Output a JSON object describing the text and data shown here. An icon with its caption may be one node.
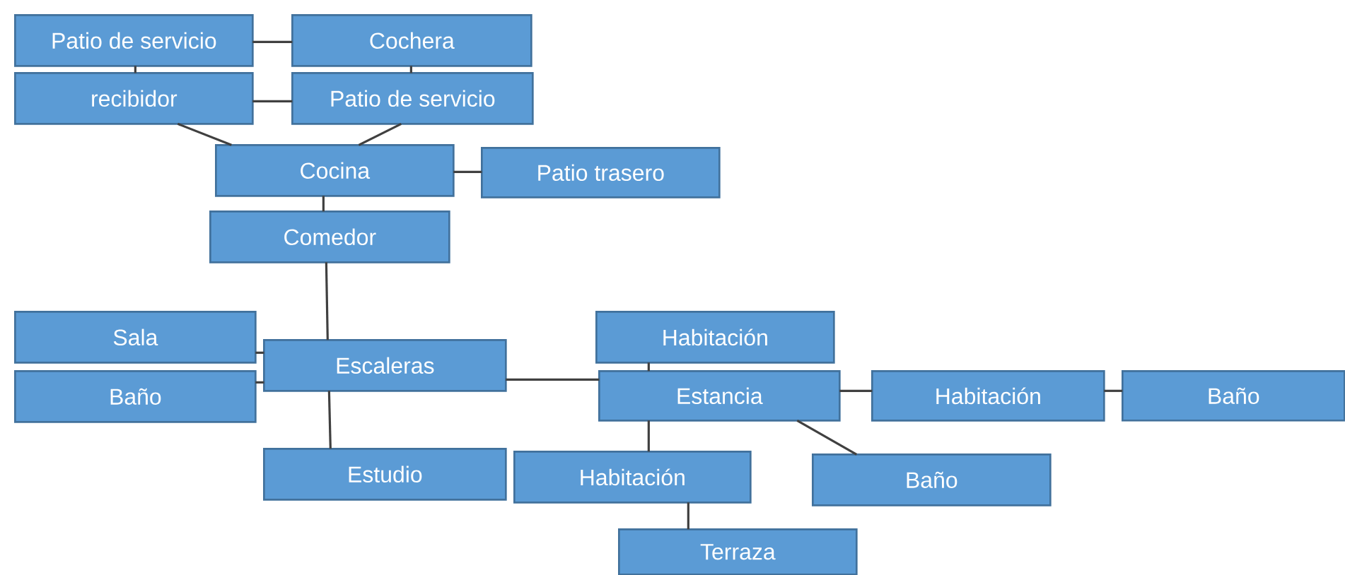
{
  "diagram": {
    "nodes": [
      {
        "text": [
          "Patio de servicio"
        ]
      },
      {
        "text": [
          "Cochera"
        ]
      },
      {
        "text": [
          "recibidor"
        ]
      },
      {
        "text": [
          "Patio de servicio"
        ]
      },
      {
        "text": [
          "Cocina"
        ]
      },
      {
        "text": [
          "Patio trasero"
        ]
      },
      {
        "text": [
          "Comedor"
        ]
      },
      {
        "text": [
          "Sala"
        ]
      },
      {
        "text": [
          "Escaleras"
        ]
      },
      {
        "text": [
          "Baño"
        ]
      },
      {
        "text": [
          "Estudio"
        ]
      },
      {
        "text": [
          "Habitación"
        ]
      },
      {
        "text": [
          "Estancia"
        ]
      },
      {
        "text": [
          "Habitación"
        ]
      },
      {
        "text": [
          "Baño"
        ]
      },
      {
        "text": [
          "Habitación"
        ]
      },
      {
        "text": [
          "Baño"
        ]
      },
      {
        "text": [
          "Terraza"
        ]
      }
    ],
    "edges": [
      {
        "from": 0,
        "to": 1,
        "arrow": "none"
      },
      {
        "from": 0,
        "to": 2,
        "arrow": "none"
      },
      {
        "from": 1,
        "to": 3,
        "arrow": "none"
      },
      {
        "from": 2,
        "to": 3,
        "arrow": "none"
      },
      {
        "from": 2,
        "to": 4,
        "arrow": "none"
      },
      {
        "from": 3,
        "to": 4,
        "arrow": "none"
      },
      {
        "from": 4,
        "to": 5,
        "arrow": "none"
      },
      {
        "from": 4,
        "to": 6,
        "arrow": "none"
      },
      {
        "from": 6,
        "to": 8,
        "arrow": "none"
      },
      {
        "from": 7,
        "to": 8,
        "arrow": "none"
      },
      {
        "from": 9,
        "to": 8,
        "arrow": "none"
      },
      {
        "from": 8,
        "to": 10,
        "arrow": "none"
      },
      {
        "from": 8,
        "to": 12,
        "arrow": "none"
      },
      {
        "from": 11,
        "to": 12,
        "arrow": "none"
      },
      {
        "from": 12,
        "to": 13,
        "arrow": "none"
      },
      {
        "from": 13,
        "to": 14,
        "arrow": "none"
      },
      {
        "from": 12,
        "to": 15,
        "arrow": "none"
      },
      {
        "from": 12,
        "to": 16,
        "arrow": "none"
      },
      {
        "from": 15,
        "to": 17,
        "arrow": "none"
      }
    ]
  }
}
